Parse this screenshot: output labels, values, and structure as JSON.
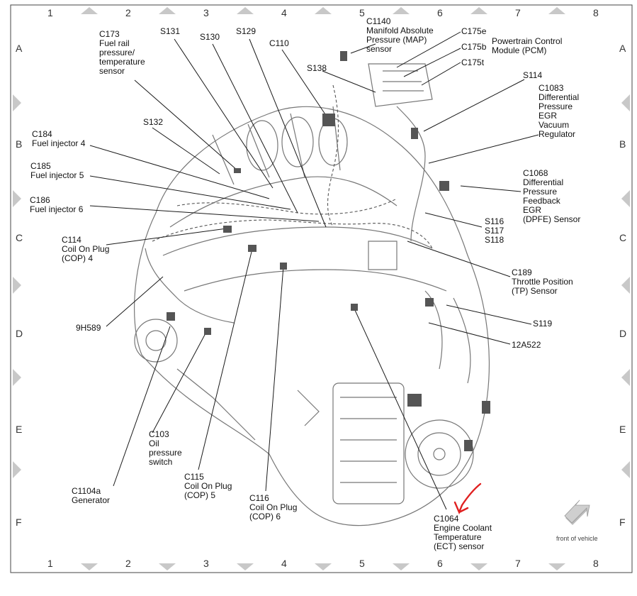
{
  "grid": {
    "columns": [
      "1",
      "2",
      "3",
      "4",
      "5",
      "6",
      "7",
      "8"
    ],
    "rows": [
      "A",
      "B",
      "C",
      "D",
      "E",
      "F"
    ]
  },
  "labels": {
    "c173": "C173\nFuel rail\npressure/\ntemperature\nsensor",
    "s131": "S131",
    "s130": "S130",
    "s129": "S129",
    "c110": "C110",
    "c1140": "C1140\nManifold Absolute\nPressure (MAP)\nsensor",
    "c175e": "C175e",
    "c175b": "C175b",
    "c175t": "C175t",
    "pcm": "Powertrain Control\nModule (PCM)",
    "s138": "S138",
    "s114": "S114",
    "c1083": "C1083\nDifferential\nPressure\nEGR\nVacuum\nRegulator",
    "s132": "S132",
    "c184": "C184\nFuel injector 4",
    "c185": "C185\nFuel injector 5",
    "c186": "C186\nFuel injector 6",
    "c1068": "C1068\nDifferential\nPressure\nFeedback\nEGR\n(DPFE) Sensor",
    "s116": "S116\nS117\nS118",
    "c114": "C114\nCoil On Plug\n(COP) 4",
    "c189": "C189\nThrottle Position\n(TP) Sensor",
    "h589": "9H589",
    "s119": "S119",
    "a522": "12A522",
    "c103": "C103\nOil\npressure\nswitch",
    "c1104a": "C1104a\nGenerator",
    "c115": "C115\nCoil On Plug\n(COP) 5",
    "c116": "C116\nCoil On Plug\n(COP) 6",
    "c1064": "C1064\nEngine Coolant\nTemperature\n(ECT) sensor",
    "front": "front of vehicle"
  },
  "colors": {
    "line": "#1a1a1a",
    "engine": "#777777",
    "frame": "#c8c8c8",
    "annotation": "#e02020"
  }
}
